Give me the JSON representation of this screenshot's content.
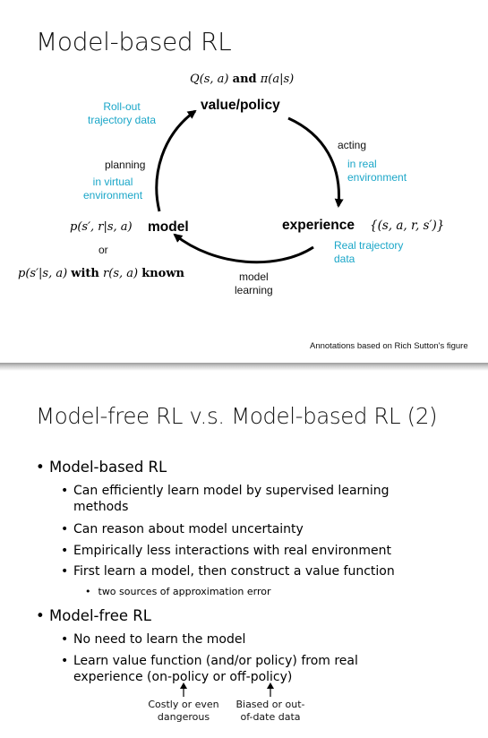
{
  "slide1": {
    "title": "Model-based RL",
    "top_formula": {
      "q": "Q(s, a)",
      "and": "and",
      "pi": "π(a|s)"
    },
    "nodes": {
      "value_policy": "value/policy",
      "experience": "experience",
      "model": "model"
    },
    "experience_formula": "{(s, a, r, s′)}",
    "model_formula_1": "p(s′, r|s, a)",
    "or": "or",
    "model_formula_2": {
      "p": "p(s′|s, a)",
      "with": "with",
      "r": "r(s, a)",
      "known": "known"
    },
    "edge_labels": {
      "acting": "acting",
      "model_learning_1": "model",
      "model_learning_2": "learning",
      "planning": "planning"
    },
    "annotations": {
      "rollout": [
        "Roll-out",
        "trajectory data"
      ],
      "real_env": [
        "in real",
        "environment"
      ],
      "real_traj": [
        "Real trajectory",
        "data"
      ],
      "virtual_env": [
        "in virtual",
        "environment"
      ]
    },
    "credit": "Annotations based on Rich Sutton's figure",
    "colors": {
      "annotation": "#1aa6c8",
      "arrow": "#000000"
    }
  },
  "slide2": {
    "title": "Model-free RL v.s. Model-based RL (2)",
    "model_based": {
      "heading": "Model-based RL",
      "items": [
        "Can efficiently learn model by supervised learning methods",
        "Can reason about model uncertainty",
        "Empirically less interactions with real environment",
        "First learn a model, then construct a value function"
      ],
      "sub_item": "two sources of approximation error"
    },
    "model_free": {
      "heading": "Model-free RL",
      "items": [
        "No need to learn the model",
        "Learn value function (and/or policy) from real experience (on-policy or off-policy)"
      ]
    },
    "notes": {
      "costly": [
        "Costly or even",
        "dangerous"
      ],
      "biased": [
        "Biased or out-",
        "of-date data"
      ]
    }
  }
}
